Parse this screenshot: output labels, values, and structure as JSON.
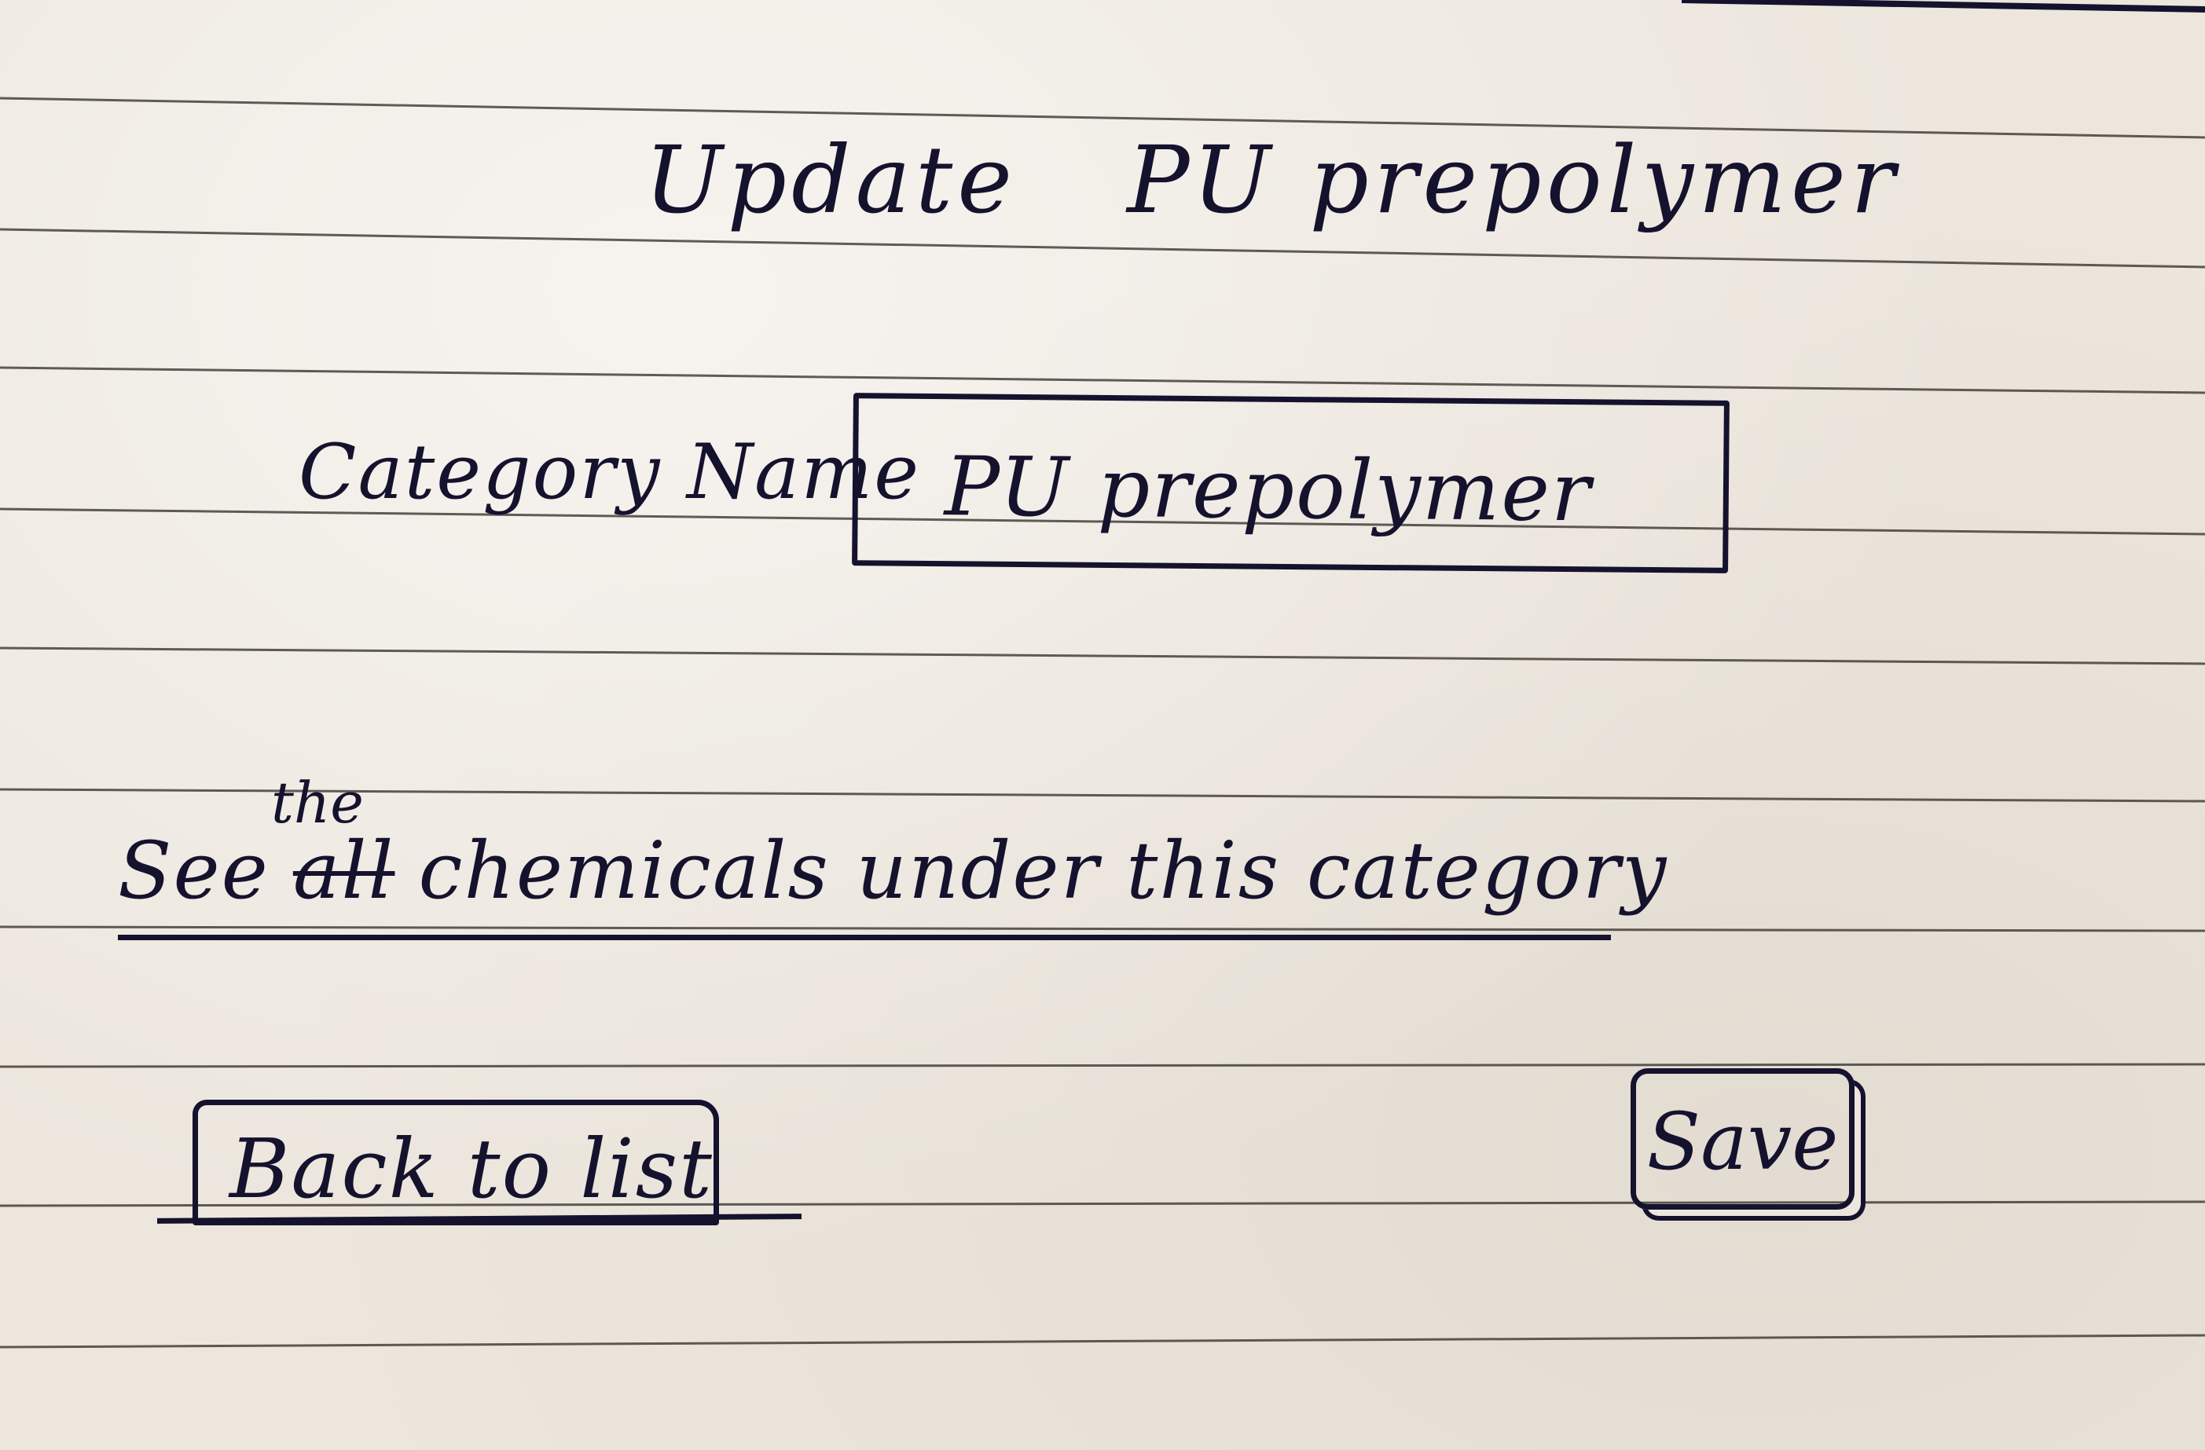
{
  "header": {
    "title_word_1": "Update",
    "title_word_2": "PU prepolymer"
  },
  "form": {
    "category_label": "Category Name",
    "category_value": "PU prepolymer"
  },
  "chemicals_link": {
    "lead": "See",
    "struck_word": "all",
    "inserted_word": "the",
    "rest": "chemicals under this category"
  },
  "actions": {
    "back_label": "Back to list",
    "save_label": "Save"
  },
  "colors": {
    "ink": "#15122e",
    "paper": "#ece6dd",
    "ruled_line": "#3a3531"
  }
}
